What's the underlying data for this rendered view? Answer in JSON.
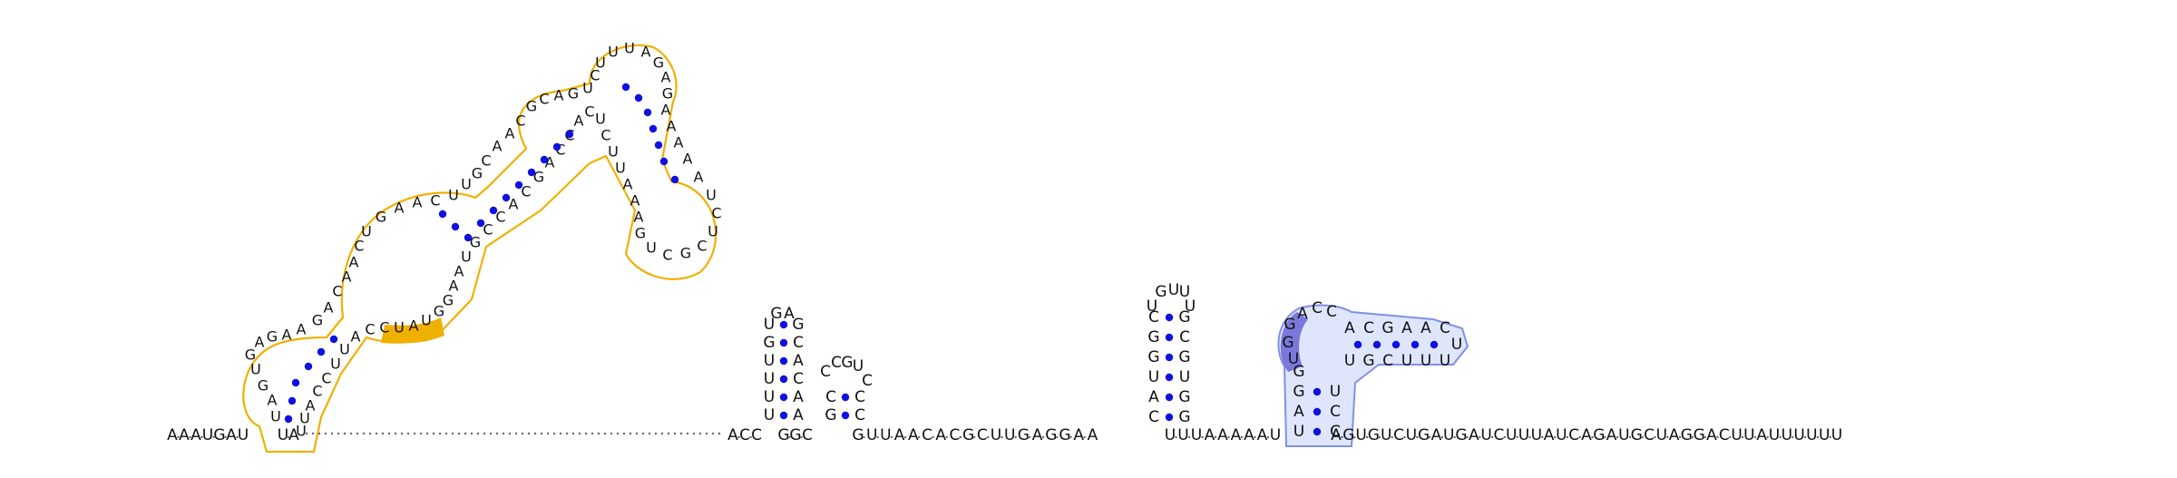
{
  "colors": {
    "base_text": "#111111",
    "pair_dot": "#1010e0",
    "backbone_line": "#666666",
    "highlight_yellow_stroke": "#f0b000",
    "highlight_yellow_fill": "#f0b000",
    "highlight_blue_stroke": "#7f90e8",
    "highlight_blue_fill": "#dfe6fb",
    "highlight_purple": "#7a78db"
  },
  "baseline": {
    "left_run": "A·A·A·U·G·A·U",
    "left_mid": "U·A",
    "dotted_gap": "·.·.·.·.·.·.·.·.·.·.·.·.·.·.·.·.·.",
    "center_run_1": "A·C·C",
    "center_run_2": "G·G·C",
    "center_run_3": "G·U·U·A·A·C·A·C·G·C·U·U·G·A·G·G·A·A",
    "center_run_4": "U·U·U·A·A·A·A·A·U",
    "right_run": "A·G·U·G·U·C·U·G·A·U·G·A·U·C·U·U·U·A·U·C·A·G·A·U·G·C·U·A·G·G·A·C·U·U·A·U·U·U·U·U·U"
  },
  "hairpins": {
    "h1": {
      "left_stem": [
        "U",
        "U",
        "U",
        "U",
        "G",
        "U"
      ],
      "right_stem": [
        "A",
        "A",
        "C",
        "A",
        "C",
        "G"
      ],
      "loop": [
        "G",
        "A"
      ]
    },
    "h2": {
      "left_stem": [
        "G",
        "C"
      ],
      "right_stem": [
        "C",
        "C"
      ],
      "loop": [
        "C",
        "G",
        "U"
      ]
    },
    "h3": {
      "left_stem": [
        "C",
        "A",
        "U",
        "G",
        "G",
        "C"
      ],
      "right_stem": [
        "G",
        "G",
        "U",
        "G",
        "C",
        "G"
      ],
      "loop": [
        "G",
        "U",
        "U"
      ]
    }
  },
  "large_structure": {
    "bases": [
      "U",
      "A",
      "G",
      "U",
      "G",
      "A",
      "G",
      "A",
      "A",
      "G",
      "A",
      "C",
      "A",
      "A",
      "C",
      "U",
      "G",
      "A",
      "A",
      "C",
      "U",
      "U",
      "G",
      "C",
      "A",
      "A",
      "C",
      "G",
      "C",
      "A",
      "G",
      "U",
      "C",
      "U",
      "U",
      "U",
      "A",
      "G",
      "A",
      "G",
      "A",
      "A",
      "A",
      "A",
      "A",
      "U",
      "C",
      "U",
      "C",
      "G",
      "C",
      "U",
      "G",
      "A",
      "A",
      "A",
      "U",
      "U",
      "C",
      "U",
      "C",
      "A",
      "C",
      "C",
      "A",
      "G",
      "C",
      "A",
      "C",
      "C",
      "G",
      "U",
      "A",
      "A",
      "G",
      "G",
      "U",
      "A",
      "U",
      "C",
      "C",
      "A",
      "U",
      "U",
      "C",
      "C",
      "A",
      "U",
      "U"
    ]
  },
  "pseudoknot": {
    "stem_left": [
      "U",
      "A",
      "G",
      "G"
    ],
    "stem_right": [
      "C",
      "C",
      "U"
    ],
    "arm_top": [
      "A",
      "C",
      "G",
      "A",
      "A",
      "C"
    ],
    "arm_bottom": [
      "U",
      "G",
      "C",
      "U",
      "U",
      "U"
    ],
    "loop": [
      "A",
      "C",
      "C"
    ],
    "purple_side": [
      "U",
      "G",
      "G"
    ],
    "tip": "U"
  }
}
